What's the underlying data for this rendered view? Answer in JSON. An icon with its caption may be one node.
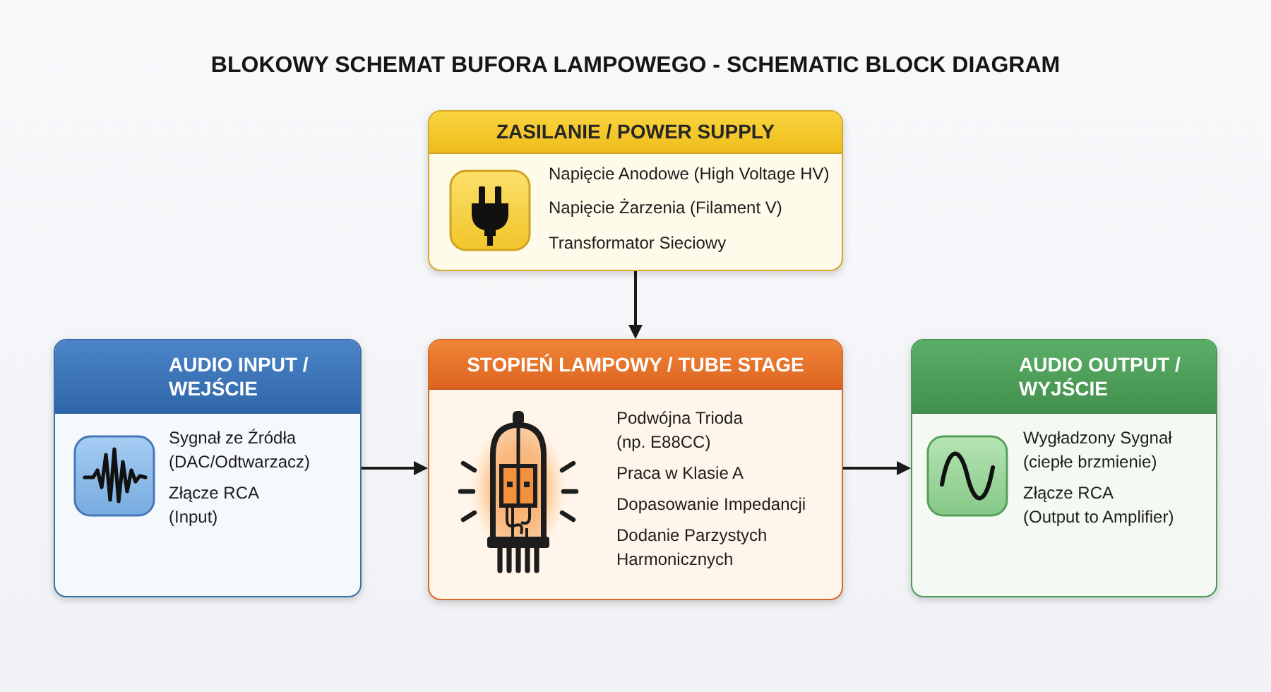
{
  "diagram": {
    "title": "BLOKOWY SCHEMAT BUFORA LAMPOWEGO - SCHEMATIC BLOCK DIAGRAM",
    "nodes": [
      {
        "text": [
          "ZASILANIE / POWER SUPPLY",
          "Napięcie Anodowe (High Voltage HV)",
          "Napięcie Żarzenia (Filament V)",
          "Transformator Sieciowy"
        ]
      },
      {
        "text": [
          "AUDIO INPUT / WEJŚCIE",
          "Sygnał ze Źródła (DAC/Odtwarzacz)",
          "Złącze RCA (Input)"
        ]
      },
      {
        "text": [
          "STOPIEŃ LAMPOWY / TUBE STAGE",
          "Podwójna Trioda (np. E88CC)",
          "Praca w Klasie A",
          "Dopasowanie Impedancji",
          "Dodanie Parzystych Harmonicznych"
        ]
      },
      {
        "text": [
          "AUDIO OUTPUT / WYJŚCIE",
          "Wygładzony Sygnał (ciepłe brzmienie)",
          "Złącze RCA (Output to Amplifier)"
        ]
      }
    ],
    "edges": [
      {
        "from": 0,
        "to": 2,
        "arrow": "to"
      },
      {
        "from": 1,
        "to": 2,
        "arrow": "to"
      },
      {
        "from": 2,
        "to": 3,
        "arrow": "to"
      }
    ]
  }
}
